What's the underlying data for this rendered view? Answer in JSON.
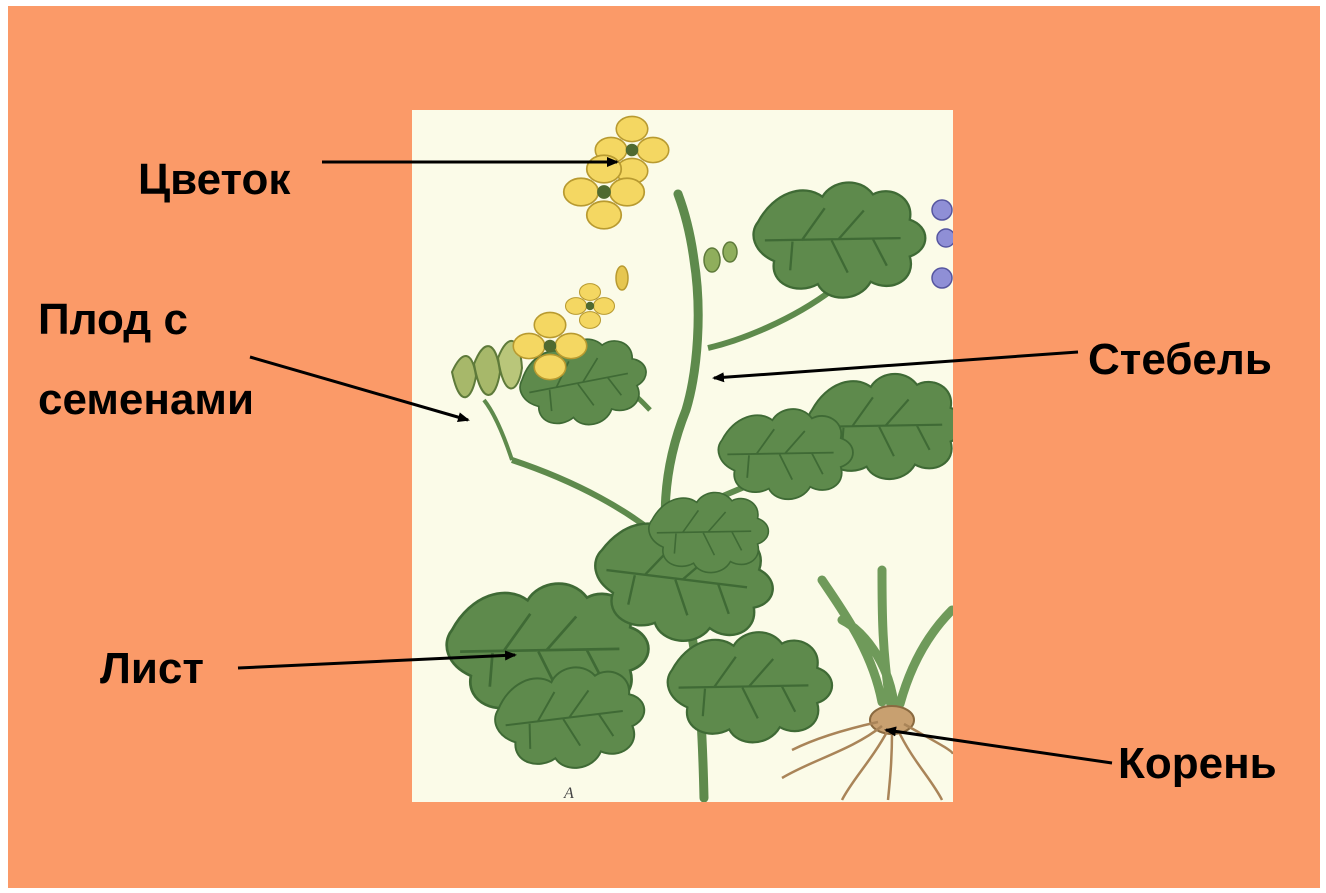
{
  "diagram": {
    "labels": {
      "flower": "Цветок",
      "fruit_line1": "Плод с",
      "fruit_line2": "семенами",
      "stem": "Стебель",
      "leaf": "Лист",
      "root": "Корень"
    },
    "plate_letter": "А",
    "colors": {
      "slide_background": "#fb9a68",
      "page_border": "#ffffff",
      "plate_background": "#fbfbe8",
      "leaf_green": "#5e8a4c",
      "leaf_dark": "#3f6a35",
      "flower_yellow": "#f4d762",
      "root_tan": "#c8a070"
    }
  }
}
